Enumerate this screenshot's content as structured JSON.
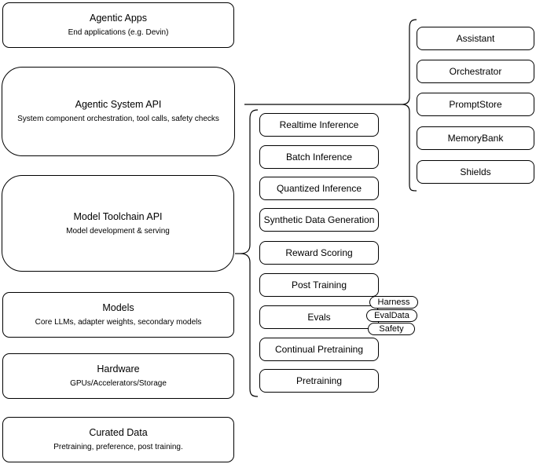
{
  "diagram": {
    "layers": [
      {
        "title": "Agentic Apps",
        "subtitle": "End applications (e.g. Devin)"
      },
      {
        "title": "Agentic System API",
        "subtitle": "System component orchestration, tool calls, safety checks"
      },
      {
        "title": "Model Toolchain API",
        "subtitle": "Model development & serving"
      },
      {
        "title": "Models",
        "subtitle": "Core LLMs, adapter weights, secondary models"
      },
      {
        "title": "Hardware",
        "subtitle": "GPUs/Accelerators/Storage"
      },
      {
        "title": "Curated Data",
        "subtitle": "Pretraining, preference, post training."
      }
    ],
    "toolchain_items": [
      "Realtime Inference",
      "Batch Inference",
      "Quantized Inference",
      "Synthetic Data Generation",
      "Reward Scoring",
      "Post Training",
      "Evals",
      "Continual Pretraining",
      "Pretraining"
    ],
    "eval_tags": [
      "Harness",
      "EvalData",
      "Safety"
    ],
    "system_components": [
      "Assistant",
      "Orchestrator",
      "PromptStore",
      "MemoryBank",
      "Shields"
    ],
    "colors": {
      "stroke": "#000000",
      "fill": "#ffffff",
      "text": "#000000"
    }
  }
}
